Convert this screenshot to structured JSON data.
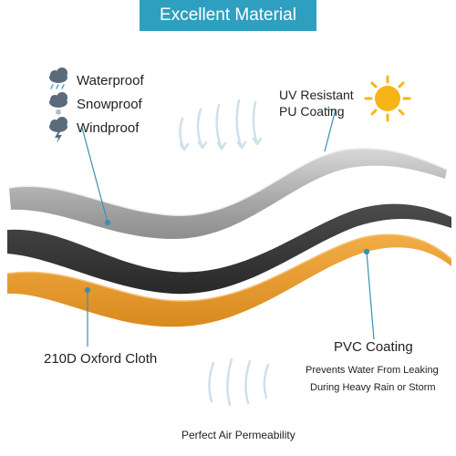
{
  "banner": {
    "title": "Excellent Material"
  },
  "features": [
    {
      "label": "Waterproof",
      "icon": "rain-cloud-icon"
    },
    {
      "label": "Snowproof",
      "icon": "snow-cloud-icon"
    },
    {
      "label": "Windproof",
      "icon": "thunder-cloud-icon"
    }
  ],
  "coatings": {
    "uv_line1": "UV Resistant",
    "uv_line2": "PU Coating",
    "pvc": "PVC Coating",
    "pvc_desc_line1": "Prevents Water From Leaking",
    "pvc_desc_line2": "During Heavy Rain or Storm"
  },
  "layers": {
    "oxford": "210D Oxford Cloth"
  },
  "footer": {
    "air": "Perfect Air Permeability"
  },
  "colors": {
    "banner": "#2f9fc0",
    "top_layer": "#a9a9a9",
    "middle_layer": "#3a3a3a",
    "bottom_layer": "#e79a2c",
    "sun": "#f6b515",
    "arrows": "#cfe0ea"
  }
}
